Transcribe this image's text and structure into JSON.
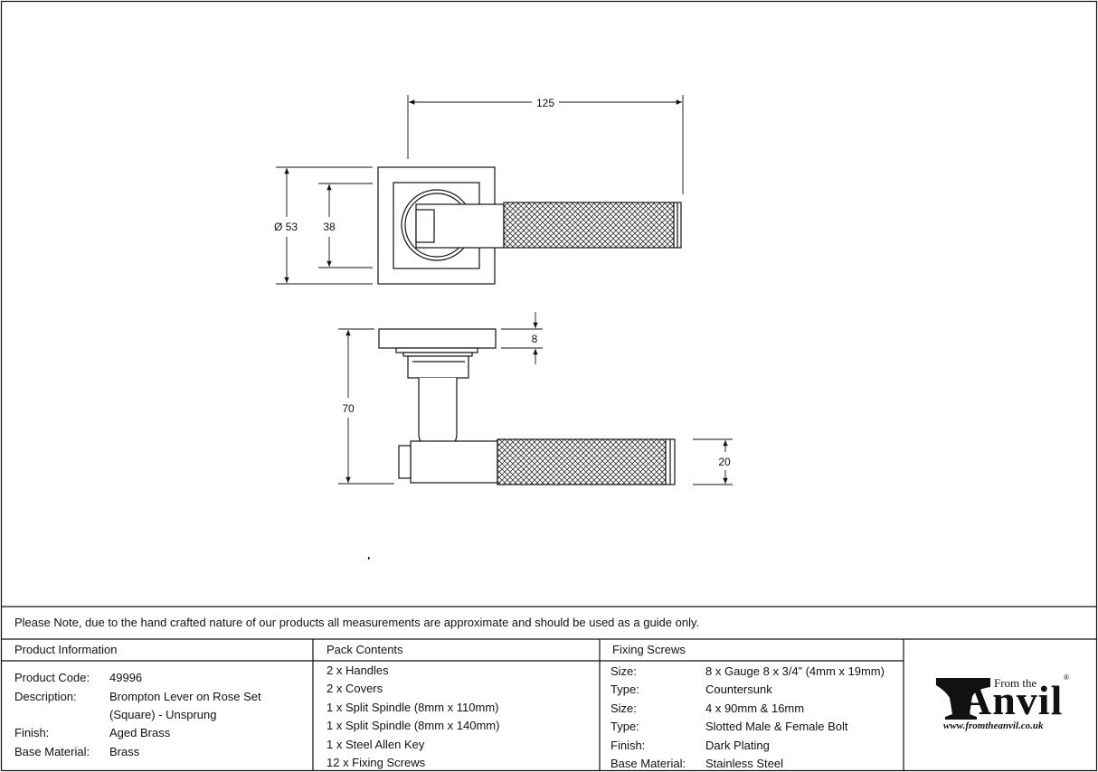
{
  "dimensions": {
    "overall_length": "125",
    "rose_diameter": "Ø 53",
    "inner_square": "38",
    "rose_thickness": "8",
    "projection": "70",
    "grip_diameter": "20"
  },
  "note": "Please Note, due to the hand crafted nature of our products all measurements are approximate and should be used as a guide only.",
  "product_information": {
    "header": "Product Information",
    "rows": [
      {
        "label": "Product Code:",
        "value": "49996"
      },
      {
        "label": "Description:",
        "value": "Brompton Lever on Rose Set"
      },
      {
        "label": "",
        "value": "(Square) - Unsprung"
      },
      {
        "label": "Finish:",
        "value": "Aged Brass"
      },
      {
        "label": "Base Material:",
        "value": "Brass"
      }
    ]
  },
  "pack_contents": {
    "header": "Pack Contents",
    "items": [
      "2 x Handles",
      "2 x Covers",
      "1 x Split Spindle (8mm x 110mm)",
      "1 x Split Spindle (8mm x 140mm)",
      "1 x Steel Allen Key",
      "12 x Fixing Screws"
    ]
  },
  "fixing_screws": {
    "header": "Fixing Screws",
    "rows": [
      {
        "label": "Size:",
        "value": "8 x Gauge 8 x 3/4” (4mm x 19mm)"
      },
      {
        "label": "Type:",
        "value": "Countersunk"
      },
      {
        "label": "Size:",
        "value": "4 x 90mm & 16mm"
      },
      {
        "label": "Type:",
        "value": "Slotted Male & Female Bolt"
      },
      {
        "label": "Finish:",
        "value": "Dark Plating"
      },
      {
        "label": "Base Material:",
        "value": "Stainless Steel"
      }
    ]
  },
  "logo": {
    "from_the": "From the",
    "brand": "Anvil",
    "registered": "®",
    "url": "www.fromtheanvil.co.uk"
  }
}
